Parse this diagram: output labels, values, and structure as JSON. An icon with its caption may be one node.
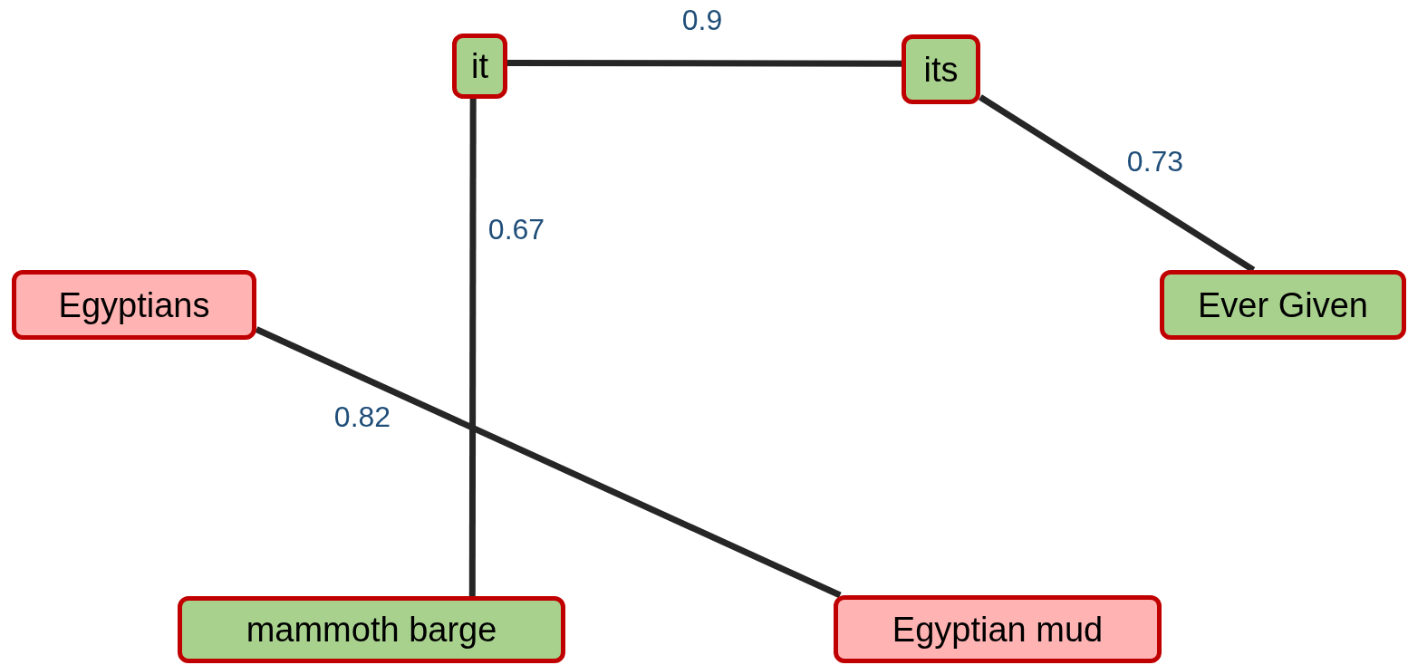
{
  "diagram": {
    "nodes": [
      {
        "text": [
          "it"
        ]
      },
      {
        "text": [
          "its"
        ]
      },
      {
        "text": [
          "Egyptians"
        ]
      },
      {
        "text": [
          "Ever Given"
        ]
      },
      {
        "text": [
          "mammoth barge"
        ]
      },
      {
        "text": [
          "Egyptian mud"
        ]
      }
    ],
    "edges": [
      {
        "from": 0,
        "to": 1,
        "arrow": "none",
        "label": "0.9"
      },
      {
        "from": 1,
        "to": 3,
        "arrow": "none",
        "label": "0.73"
      },
      {
        "from": 0,
        "to": 4,
        "arrow": "none",
        "label": "0.67"
      },
      {
        "from": 2,
        "to": 5,
        "arrow": "none",
        "label": "0.82"
      }
    ]
  }
}
